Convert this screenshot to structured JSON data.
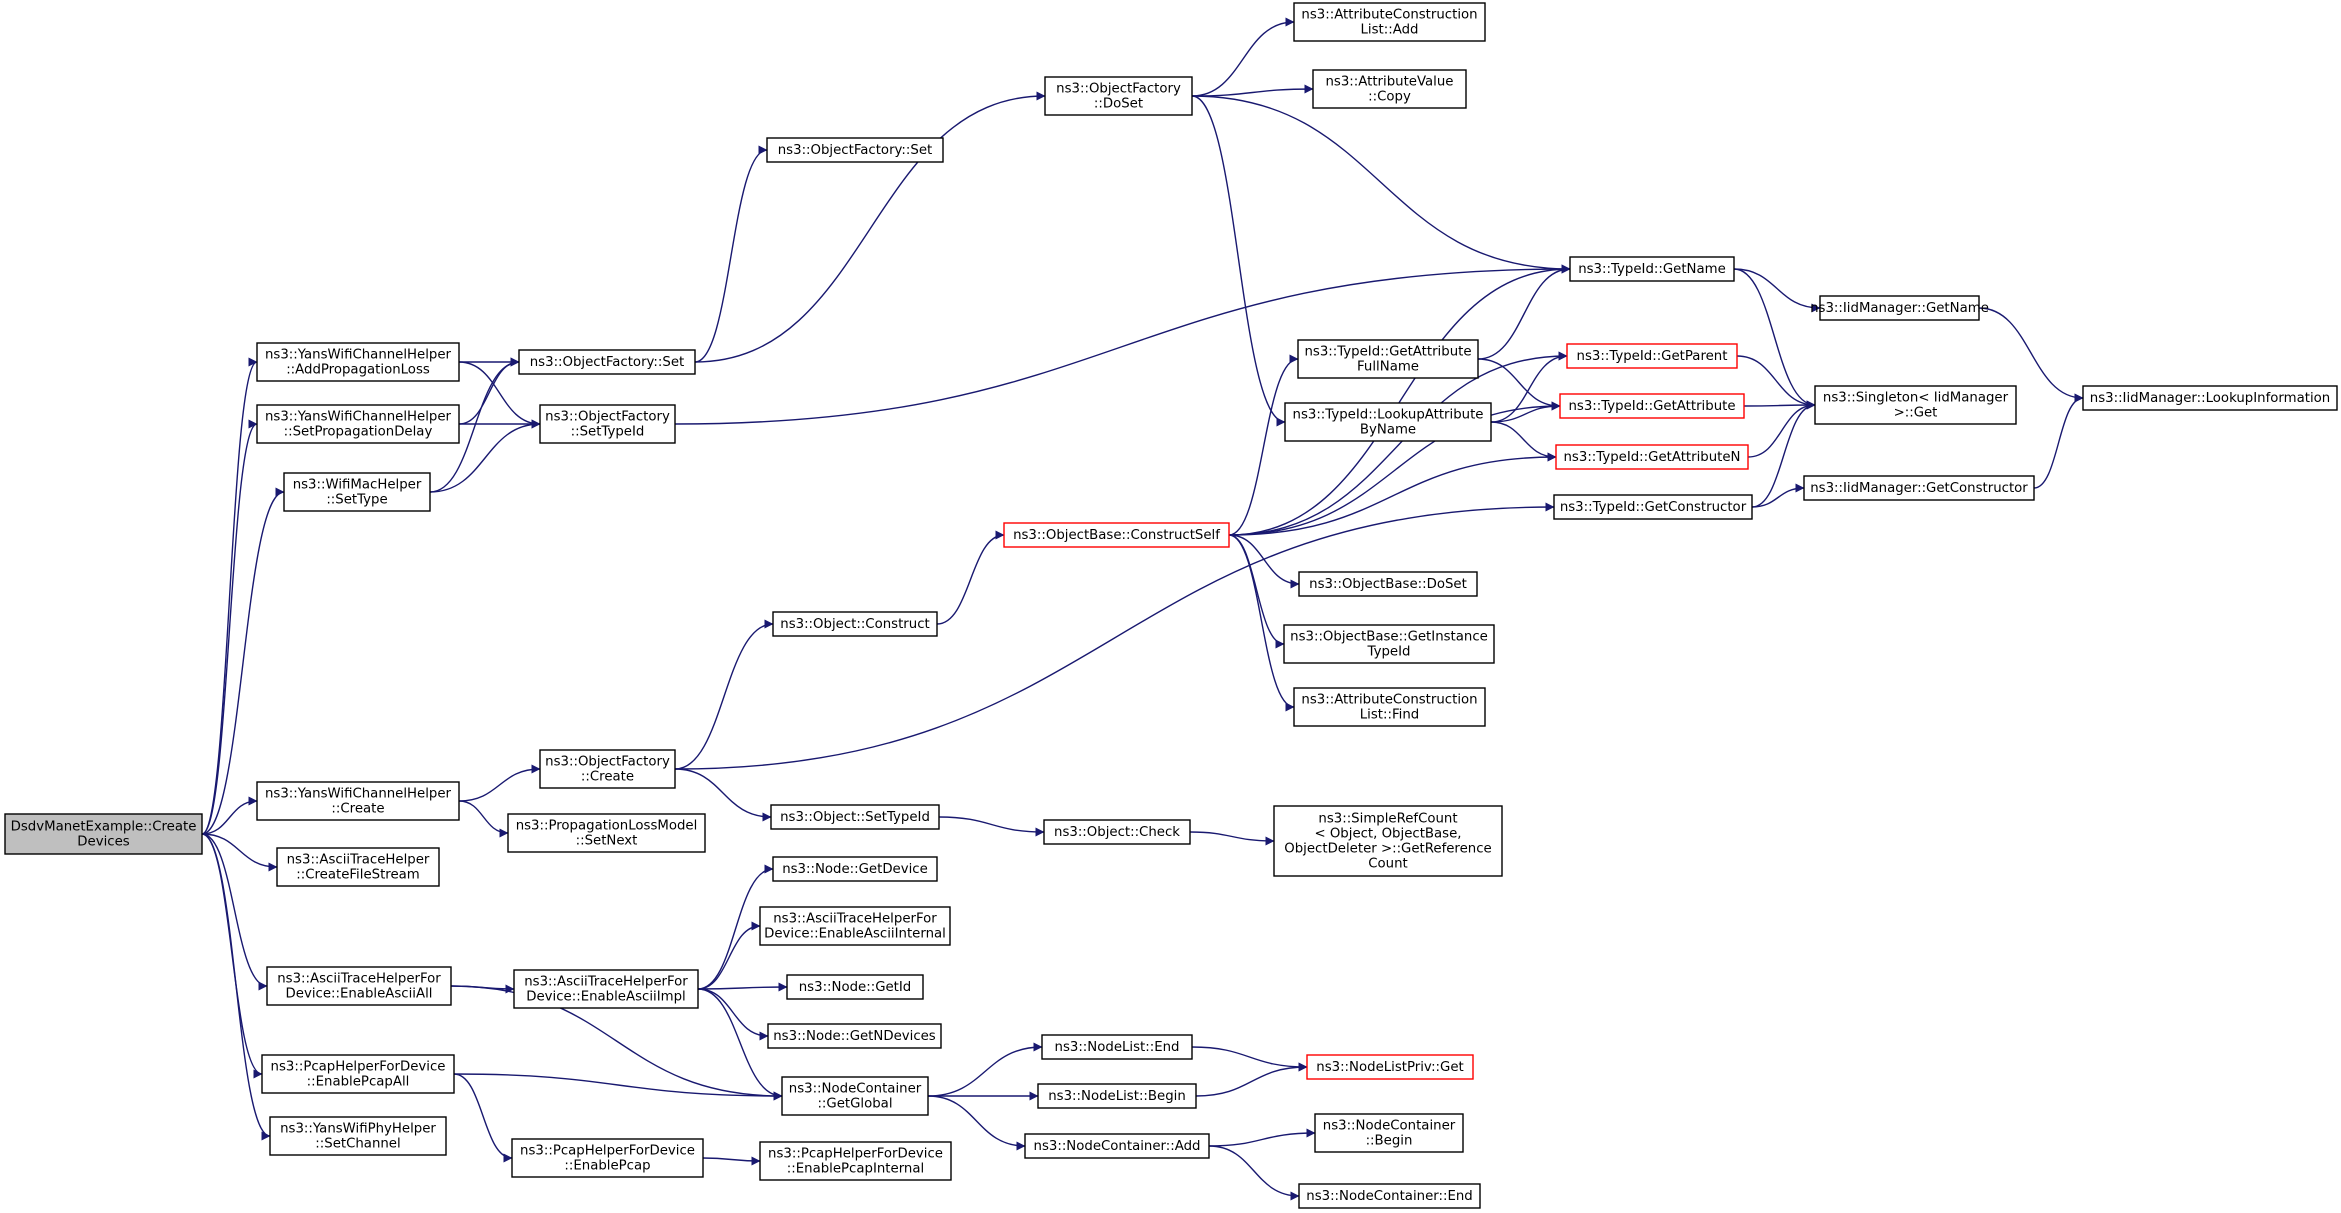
{
  "graph": {
    "colors": {
      "edge": "#191970",
      "box_border": "#000000",
      "highlight_border": "#ff0000",
      "root_fill": "#bfbfbf"
    },
    "nodes": [
      {
        "id": "root",
        "lines": [
          "DsdvManetExample::Create",
          "Devices"
        ],
        "root": true
      },
      {
        "id": "yans_apl",
        "lines": [
          "ns3::YansWifiChannelHelper",
          "::AddPropagationLoss"
        ]
      },
      {
        "id": "yans_spd",
        "lines": [
          "ns3::YansWifiChannelHelper",
          "::SetPropagationDelay"
        ]
      },
      {
        "id": "wifimac_st",
        "lines": [
          "ns3::WifiMacHelper",
          "::SetType"
        ]
      },
      {
        "id": "yans_create",
        "lines": [
          "ns3::YansWifiChannelHelper",
          "::Create"
        ]
      },
      {
        "id": "ascii_cfs",
        "lines": [
          "ns3::AsciiTraceHelper",
          "::CreateFileStream"
        ]
      },
      {
        "id": "ascii_eaa",
        "lines": [
          "ns3::AsciiTraceHelperFor",
          "Device::EnableAsciiAll"
        ]
      },
      {
        "id": "pcap_epa",
        "lines": [
          "ns3::PcapHelperForDevice",
          "::EnablePcapAll"
        ]
      },
      {
        "id": "yansphy_sc",
        "lines": [
          "ns3::YansWifiPhyHelper",
          "::SetChannel"
        ]
      },
      {
        "id": "of_set_a",
        "lines": [
          "ns3::ObjectFactory::Set"
        ]
      },
      {
        "id": "of_settypeid",
        "lines": [
          "ns3::ObjectFactory",
          "::SetTypeId"
        ]
      },
      {
        "id": "of_create",
        "lines": [
          "ns3::ObjectFactory",
          "::Create"
        ]
      },
      {
        "id": "plm_setnext",
        "lines": [
          "ns3::PropagationLossModel",
          "::SetNext"
        ]
      },
      {
        "id": "ascii_eai",
        "lines": [
          "ns3::AsciiTraceHelperFor",
          "Device::EnableAsciiImpl"
        ]
      },
      {
        "id": "pcap_ep",
        "lines": [
          "ns3::PcapHelperForDevice",
          "::EnablePcap"
        ]
      },
      {
        "id": "of_set_b",
        "lines": [
          "ns3::ObjectFactory::Set"
        ]
      },
      {
        "id": "obj_construct",
        "lines": [
          "ns3::Object::Construct"
        ]
      },
      {
        "id": "obj_settypeid",
        "lines": [
          "ns3::Object::SetTypeId"
        ]
      },
      {
        "id": "node_getdevice",
        "lines": [
          "ns3::Node::GetDevice"
        ]
      },
      {
        "id": "ascii_eainternal",
        "lines": [
          "ns3::AsciiTraceHelperFor",
          "Device::EnableAsciiInternal"
        ]
      },
      {
        "id": "node_getid",
        "lines": [
          "ns3::Node::GetId"
        ]
      },
      {
        "id": "node_getndevices",
        "lines": [
          "ns3::Node::GetNDevices"
        ]
      },
      {
        "id": "nc_getglobal",
        "lines": [
          "ns3::NodeContainer",
          "::GetGlobal"
        ]
      },
      {
        "id": "pcap_epi",
        "lines": [
          "ns3::PcapHelperForDevice",
          "::EnablePcapInternal"
        ]
      },
      {
        "id": "of_doset",
        "lines": [
          "ns3::ObjectFactory",
          "::DoSet"
        ]
      },
      {
        "id": "ob_constructself",
        "lines": [
          "ns3::ObjectBase::ConstructSelf"
        ],
        "red": true
      },
      {
        "id": "obj_check",
        "lines": [
          "ns3::Object::Check"
        ]
      },
      {
        "id": "nl_end",
        "lines": [
          "ns3::NodeList::End"
        ]
      },
      {
        "id": "nl_begin",
        "lines": [
          "ns3::NodeList::Begin"
        ]
      },
      {
        "id": "nc_add",
        "lines": [
          "ns3::NodeContainer::Add"
        ]
      },
      {
        "id": "acl_add",
        "lines": [
          "ns3::AttributeConstruction",
          "List::Add"
        ]
      },
      {
        "id": "av_copy",
        "lines": [
          "ns3::AttributeValue",
          "::Copy"
        ]
      },
      {
        "id": "tid_getattrfullname",
        "lines": [
          "ns3::TypeId::GetAttribute",
          "FullName"
        ]
      },
      {
        "id": "tid_lookupattrbyname",
        "lines": [
          "ns3::TypeId::LookupAttribute",
          "ByName"
        ]
      },
      {
        "id": "ob_doset",
        "lines": [
          "ns3::ObjectBase::DoSet"
        ]
      },
      {
        "id": "ob_getinstancetid",
        "lines": [
          "ns3::ObjectBase::GetInstance",
          "TypeId"
        ]
      },
      {
        "id": "acl_find",
        "lines": [
          "ns3::AttributeConstruction",
          "List::Find"
        ]
      },
      {
        "id": "src_getrefcount",
        "lines": [
          "ns3::SimpleRefCount",
          "< Object, ObjectBase,",
          "ObjectDeleter >::GetReference",
          "Count"
        ]
      },
      {
        "id": "nc_begin",
        "lines": [
          "ns3::NodeContainer",
          "::Begin"
        ]
      },
      {
        "id": "nc_end",
        "lines": [
          "ns3::NodeContainer::End"
        ]
      },
      {
        "id": "tid_getname",
        "lines": [
          "ns3::TypeId::GetName"
        ]
      },
      {
        "id": "tid_getparent",
        "lines": [
          "ns3::TypeId::GetParent"
        ],
        "red": true
      },
      {
        "id": "tid_getattribute",
        "lines": [
          "ns3::TypeId::GetAttribute"
        ],
        "red": true
      },
      {
        "id": "tid_getattributen",
        "lines": [
          "ns3::TypeId::GetAttributeN"
        ],
        "red": true
      },
      {
        "id": "tid_getconstructor",
        "lines": [
          "ns3::TypeId::GetConstructor"
        ]
      },
      {
        "id": "nlp_get",
        "lines": [
          "ns3::NodeListPriv::Get"
        ],
        "red": true
      },
      {
        "id": "iid_getname",
        "lines": [
          "ns3::IidManager::GetName"
        ]
      },
      {
        "id": "singleton_get",
        "lines": [
          "ns3::Singleton< IidManager",
          ">::Get"
        ]
      },
      {
        "id": "iid_getconstructor",
        "lines": [
          "ns3::IidManager::GetConstructor"
        ]
      },
      {
        "id": "iid_lookupinfo",
        "lines": [
          "ns3::IidManager::LookupInformation"
        ]
      }
    ],
    "edges": [
      [
        "root",
        "yans_apl"
      ],
      [
        "root",
        "yans_spd"
      ],
      [
        "root",
        "wifimac_st"
      ],
      [
        "root",
        "yans_create"
      ],
      [
        "root",
        "ascii_cfs"
      ],
      [
        "root",
        "ascii_eaa"
      ],
      [
        "root",
        "pcap_epa"
      ],
      [
        "root",
        "yansphy_sc"
      ],
      [
        "yans_apl",
        "of_set_a"
      ],
      [
        "yans_apl",
        "of_settypeid"
      ],
      [
        "yans_spd",
        "of_set_a"
      ],
      [
        "yans_spd",
        "of_settypeid"
      ],
      [
        "wifimac_st",
        "of_set_a"
      ],
      [
        "wifimac_st",
        "of_settypeid"
      ],
      [
        "of_set_a",
        "of_doset"
      ],
      [
        "of_set_a",
        "of_set_b"
      ],
      [
        "of_settypeid",
        "tid_getname"
      ],
      [
        "yans_create",
        "of_create"
      ],
      [
        "yans_create",
        "plm_setnext"
      ],
      [
        "of_create",
        "obj_construct"
      ],
      [
        "of_create",
        "obj_settypeid"
      ],
      [
        "of_create",
        "tid_getconstructor"
      ],
      [
        "obj_construct",
        "ob_constructself"
      ],
      [
        "obj_settypeid",
        "obj_check"
      ],
      [
        "obj_check",
        "src_getrefcount"
      ],
      [
        "ascii_eaa",
        "ascii_eai"
      ],
      [
        "ascii_eaa",
        "nc_getglobal"
      ],
      [
        "ascii_eai",
        "node_getdevice"
      ],
      [
        "ascii_eai",
        "ascii_eainternal"
      ],
      [
        "ascii_eai",
        "node_getid"
      ],
      [
        "ascii_eai",
        "node_getndevices"
      ],
      [
        "ascii_eai",
        "nc_getglobal"
      ],
      [
        "pcap_epa",
        "nc_getglobal"
      ],
      [
        "pcap_epa",
        "pcap_ep"
      ],
      [
        "pcap_ep",
        "pcap_epi"
      ],
      [
        "nc_getglobal",
        "nl_end"
      ],
      [
        "nc_getglobal",
        "nl_begin"
      ],
      [
        "nc_getglobal",
        "nc_add"
      ],
      [
        "nl_end",
        "nlp_get"
      ],
      [
        "nl_begin",
        "nlp_get"
      ],
      [
        "nc_add",
        "nc_begin"
      ],
      [
        "nc_add",
        "nc_end"
      ],
      [
        "of_doset",
        "acl_add"
      ],
      [
        "of_doset",
        "av_copy"
      ],
      [
        "of_doset",
        "tid_getname"
      ],
      [
        "of_doset",
        "tid_lookupattrbyname"
      ],
      [
        "ob_constructself",
        "tid_getname"
      ],
      [
        "ob_constructself",
        "tid_getparent"
      ],
      [
        "ob_constructself",
        "tid_getattrfullname"
      ],
      [
        "ob_constructself",
        "tid_getattribute"
      ],
      [
        "ob_constructself",
        "tid_getattributen"
      ],
      [
        "ob_constructself",
        "ob_doset"
      ],
      [
        "ob_constructself",
        "ob_getinstancetid"
      ],
      [
        "ob_constructself",
        "acl_find"
      ],
      [
        "tid_getattrfullname",
        "tid_getname"
      ],
      [
        "tid_getattrfullname",
        "tid_getattribute"
      ],
      [
        "tid_lookupattrbyname",
        "tid_getparent"
      ],
      [
        "tid_lookupattrbyname",
        "tid_getattribute"
      ],
      [
        "tid_lookupattrbyname",
        "tid_getattributen"
      ],
      [
        "tid_getname",
        "iid_getname"
      ],
      [
        "tid_getname",
        "singleton_get"
      ],
      [
        "tid_getparent",
        "singleton_get"
      ],
      [
        "tid_getattribute",
        "singleton_get"
      ],
      [
        "tid_getattributen",
        "singleton_get"
      ],
      [
        "tid_getconstructor",
        "singleton_get"
      ],
      [
        "tid_getconstructor",
        "iid_getconstructor"
      ],
      [
        "iid_getname",
        "iid_lookupinfo"
      ],
      [
        "iid_getconstructor",
        "iid_lookupinfo"
      ]
    ]
  }
}
